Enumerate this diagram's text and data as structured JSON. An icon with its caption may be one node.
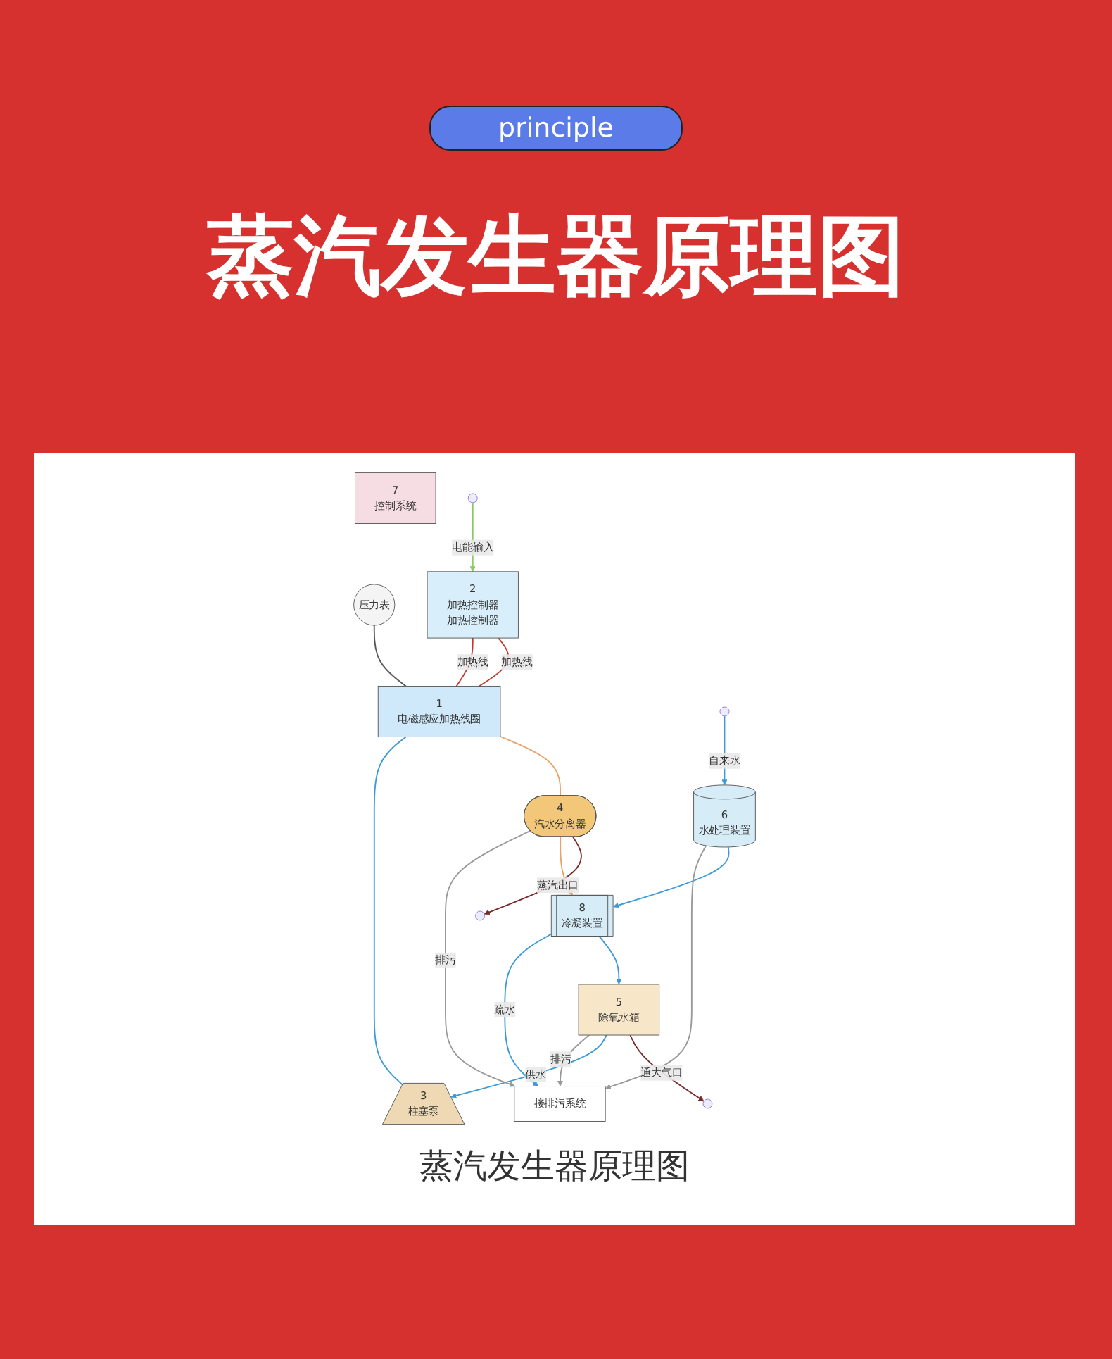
{
  "diagram": {
    "title": "蒸汽发生器原理图",
    "caption": "蒸汽发生器原理图",
    "nodes": [
      {
        "text": [
          "压力表"
        ]
      },
      {
        "text": [
          "1",
          "电磁感应加热线圈"
        ]
      },
      {
        "text": [
          "2",
          "加热控制器",
          "加热控制器"
        ]
      },
      {
        "text": [
          "3",
          "柱塞泵"
        ]
      },
      {
        "text": [
          "4",
          "汽水分离器"
        ]
      },
      {
        "text": [
          "5",
          "除氧水箱"
        ]
      },
      {
        "text": [
          "6",
          "水处理装置"
        ]
      },
      {
        "text": [
          "7",
          "控制系统"
        ]
      },
      {
        "text": [
          "8",
          "冷凝装置"
        ]
      },
      {
        "text": [
          "接排污系统"
        ]
      }
    ],
    "edges": [
      {
        "from": 0,
        "to": 1,
        "arrow": "none",
        "color": "#555555"
      },
      {
        "from": 1,
        "to": 4,
        "arrow": "none",
        "color": "#e8a36a"
      },
      {
        "from": 4,
        "to": null,
        "arrow": "to",
        "label": "蒸汽出口",
        "color": "#7a2a2a"
      },
      {
        "from": 4,
        "to": 8,
        "arrow": "to",
        "color": "#e8a36a"
      },
      {
        "from": 8,
        "to": 5,
        "arrow": "to"
      },
      {
        "from": 5,
        "to": null,
        "arrow": "to",
        "label": "通大气口",
        "color": "#7a2a2a"
      },
      {
        "from": 5,
        "to": 3,
        "arrow": "to",
        "label": "供水"
      },
      {
        "from": 3,
        "to": 1,
        "arrow": "none"
      },
      {
        "from": 8,
        "to": 9,
        "arrow": "to",
        "label": "疏水"
      },
      {
        "from": 5,
        "to": 9,
        "arrow": "to",
        "label": "排污",
        "color": "#999999"
      },
      {
        "from": null,
        "to": 6,
        "arrow": "to",
        "label": "自来水"
      },
      {
        "from": 6,
        "to": 8,
        "arrow": "to"
      },
      {
        "from": 6,
        "to": 9,
        "arrow": "to",
        "color": "#999999"
      },
      {
        "from": 4,
        "to": 9,
        "arrow": "to",
        "label": "排污",
        "color": "#999999"
      },
      {
        "from": 2,
        "to": 1,
        "arrow": "none",
        "label": "加热线",
        "color": "#c0392b"
      },
      {
        "from": 2,
        "to": 1,
        "arrow": "none",
        "label": "加热线",
        "color": "#c0392b"
      },
      {
        "from": null,
        "to": 2,
        "arrow": "to",
        "label": "电能输入",
        "color": "#8cc963"
      }
    ],
    "labels": [
      "principle"
    ]
  }
}
